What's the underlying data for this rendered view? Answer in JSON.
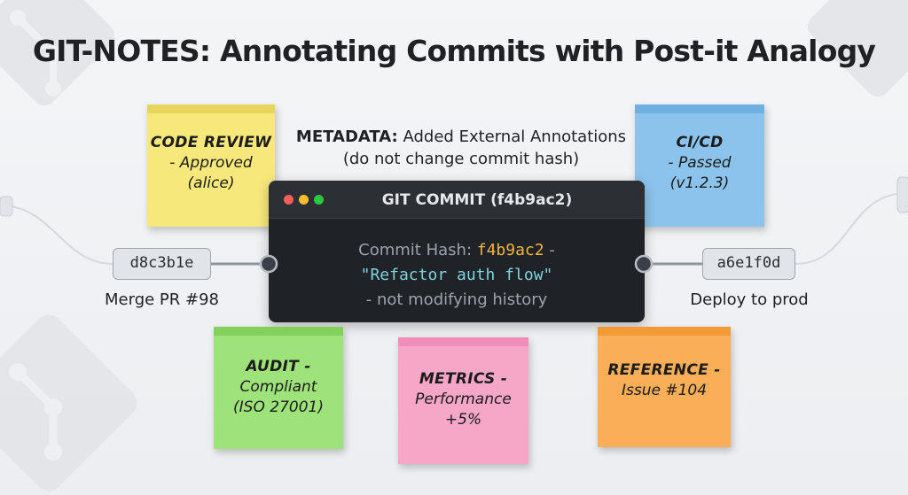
{
  "title": "GIT-NOTES: Annotating Commits with Post-it Analogy",
  "metadata": {
    "label": "METADATA:",
    "text": "Added External Annotations",
    "subtext": "(do not change commit hash)"
  },
  "terminal": {
    "title": "GIT COMMIT (f4b9ac2)",
    "hash_label": "Commit Hash:",
    "hash": "f4b9ac2",
    "dash": "-",
    "message": "\"Refactor auth flow\"",
    "note": "- not modifying history"
  },
  "commits": {
    "left": {
      "hash": "d8c3b1e",
      "label": "Merge PR #98"
    },
    "right": {
      "hash": "a6e1f0d",
      "label": "Deploy to prod"
    }
  },
  "notes": {
    "code_review": {
      "line1": "CODE REVIEW",
      "line2": "- Approved",
      "line3": "(alice)"
    },
    "cicd": {
      "line1": "CI/CD",
      "line2": "- Passed",
      "line3": "(v1.2.3)"
    },
    "audit": {
      "line1": "AUDIT -",
      "line2": "Compliant",
      "line3": "(ISO 27001)"
    },
    "metrics": {
      "line1": "METRICS -",
      "line2": "Performance",
      "line3": "+5%"
    },
    "reference": {
      "line1": "REFERENCE -",
      "line2": "Issue #104"
    }
  },
  "colors": {
    "terminal_bg": "#1f2226",
    "hash_color": "#f4b43f",
    "message_color": "#7fd3de",
    "note_yellow": "#f7e87c",
    "note_blue": "#8cc3ec",
    "note_green": "#9ee27a",
    "note_pink": "#f6a6c7",
    "note_orange": "#f9ae57"
  },
  "icons": [
    "git-logo-icon",
    "window-control-dots-icon",
    "commit-node-icon"
  ]
}
